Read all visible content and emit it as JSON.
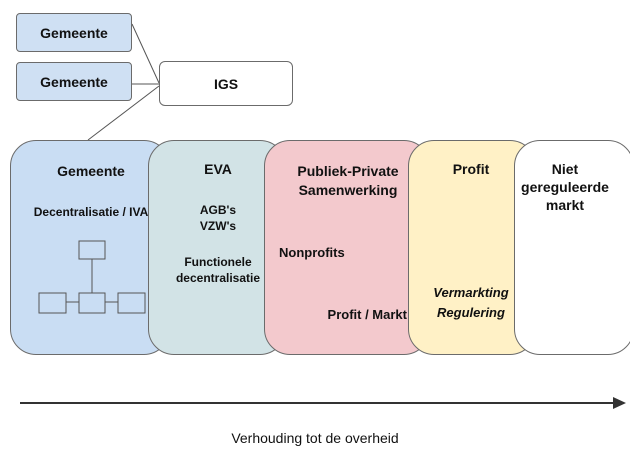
{
  "top_boxes": {
    "gemeente_1": "Gemeente",
    "gemeente_2": "Gemeente",
    "igs": "IGS"
  },
  "stages": [
    {
      "title": "Gemeente",
      "subtitle": "Decentralisatie / IVA"
    },
    {
      "title": "EVA",
      "line1": "AGB's",
      "line2": "VZW's",
      "line3": "Functionele",
      "line4": "decentralisatie"
    },
    {
      "title_line1": "Publiek-Private",
      "title_line2": "Samenwerking",
      "item1": "Nonprofits",
      "item2": "Profit / Markt"
    },
    {
      "title": "Profit",
      "item1": "Vermarkting",
      "item2": "Regulering"
    },
    {
      "line1": "Niet",
      "line2": "gereguleerde",
      "line3": "markt"
    }
  ],
  "axis_label": "Verhouding tot de overheid"
}
